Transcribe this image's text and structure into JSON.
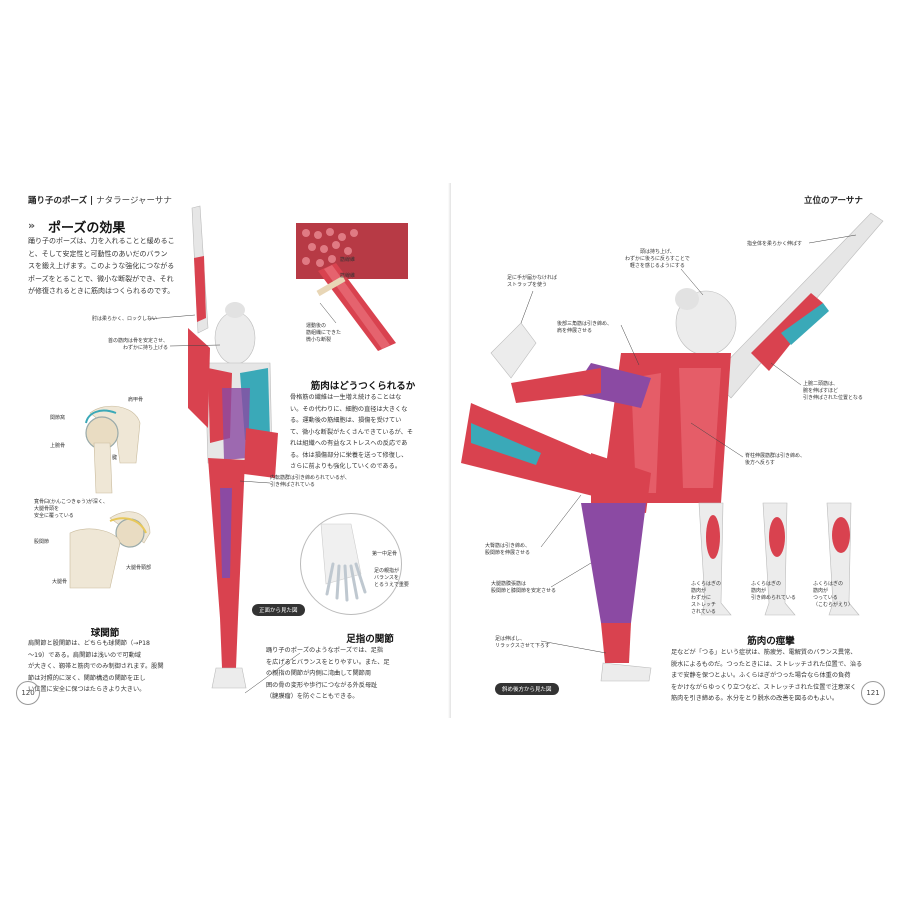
{
  "left_page": {
    "header_title": "踊り子のポーズ",
    "header_sub": "ナタラージャーサナ",
    "section_title": "ポーズの効果",
    "intro": "踊り子のポーズは、力を入れることと緩めるこ\nと、そして安定性と可動性のあいだのバラン\nスを鍛え上げます。このような強化につながる\nポーズをとることで、微小な断裂ができ、それ\nが修復されるときに筋肉はつくられるのです。",
    "labels": {
      "elbow": "肘は柔らかく、ロックしない",
      "shoulder": "首の筋肉は骨を安定させ、\nわずかに持ち上げる",
      "adductor": "内転筋群は引き締められているが、\n引き伸ばされている",
      "scapula": "肩甲骨",
      "joint": "関節窩",
      "humerus": "上腕骨",
      "tendon": "腱",
      "acetabulum": "寛骨臼(かんこつきゅう)が深く、\n大腿骨頭を\n安全に覆っている",
      "hip": "股関節",
      "femur": "大腿骨",
      "femoral_neck": "大腿骨頸部",
      "myofibril": "筋線維",
      "fascicle": "筋線維",
      "torn": "運動後の\n筋組織にできた\n微小な断裂",
      "first_toe": "第一中足骨",
      "toe_joint": "足の親指が\nバランスを\nとるうえで重要"
    },
    "muscle_title": "筋肉はどうつくられるか",
    "muscle_text": "骨格筋の繊維は一生増え続けることはな\nい。その代わりに、細胞の直径は大きくな\nる。運動後の筋細胞は、損傷を受けてい\nて、微小な断裂がたくさんできているが、そ\nれは組織への有益なストレスへの反応であ\nる。体は損傷部分に栄養を送って修復し、\nさらに前よりも強化していくのである。",
    "ball_title": "球関節",
    "ball_text": "肩関節と股関節は、どちらも球関節（→P18\n～19）である。肩関節は浅いので可動域\nが大きく、靱帯と筋肉でのみ制御されます。股関\n節は対照的に深く、関節構造の関節を正し\nい位置に安全に保つはたらきより大きい。",
    "view_label": "正面から見た図",
    "foot_title": "足指の関節",
    "foot_text": "踊り子のポーズのようなポーズでは、足指\nを広げるとバランスをとりやすい。また、足\nの親指の関節が内側に湾曲して関節周\n囲の骨の変形や歩行につながる外反母趾\n（腱膜瘤）を防ぐこともできる。",
    "page_number": "120"
  },
  "right_page": {
    "header_title": "立位のアーサナ",
    "labels": {
      "arm": "指全体を柔らかく伸ばす",
      "head": "頭は持ち上げ、\nわずかに後ろに反らすことで\n軽さを感じるようにする",
      "strap": "足に手が届かなければ\nストラップを使う",
      "triceps": "後部三角筋は引き締め、\n肩を伸展させる",
      "biceps": "上腕二頭筋は、\n腕を伸ばすほど\n引き伸ばされた位置となる",
      "erector": "脊柱伸展筋群は引き締め、\n後方へ反らす",
      "glute": "大臀筋は引き締め、\n股関節を伸展させる",
      "quad": "大腿筋膜張筋は\n股関節と膝関節を安定させる",
      "calf": "足は伸ばし、\nリラックスさせて下ろす",
      "calf1": "ふくらはぎの\n筋肉が\nわずかに\nストレッチ\nされている",
      "calf2": "ふくらはぎの\n筋肉が\n引き締められている",
      "calf3": "ふくらはぎの\n筋肉が\nつっている\n（こむらがえり）"
    },
    "view_label": "斜め後方から見た図",
    "cramp_title": "筋肉の痙攣",
    "cramp_text": "足などが「つる」という症状は、筋疲労、電解質のバランス異常、\n脱水によるものだ。つったときには、ストレッチされた位置で、治る\nまで安静を保つとよい。ふくらはぎがつった場合なら体重の負荷\nをかけながらゆっくり立つなど、ストレッチされた位置で注意深く\n筋肉を引き締める。水分をとり脱水の改善を図るのもよい。",
    "page_number": "121"
  },
  "colors": {
    "muscle_red": "#d9424f",
    "muscle_light": "#ec6f79",
    "tendon_blue": "#3aa9b8",
    "fascia_purple": "#8b4aa3",
    "bone": "#f2f2ee",
    "skin": "#e6e6e6"
  }
}
